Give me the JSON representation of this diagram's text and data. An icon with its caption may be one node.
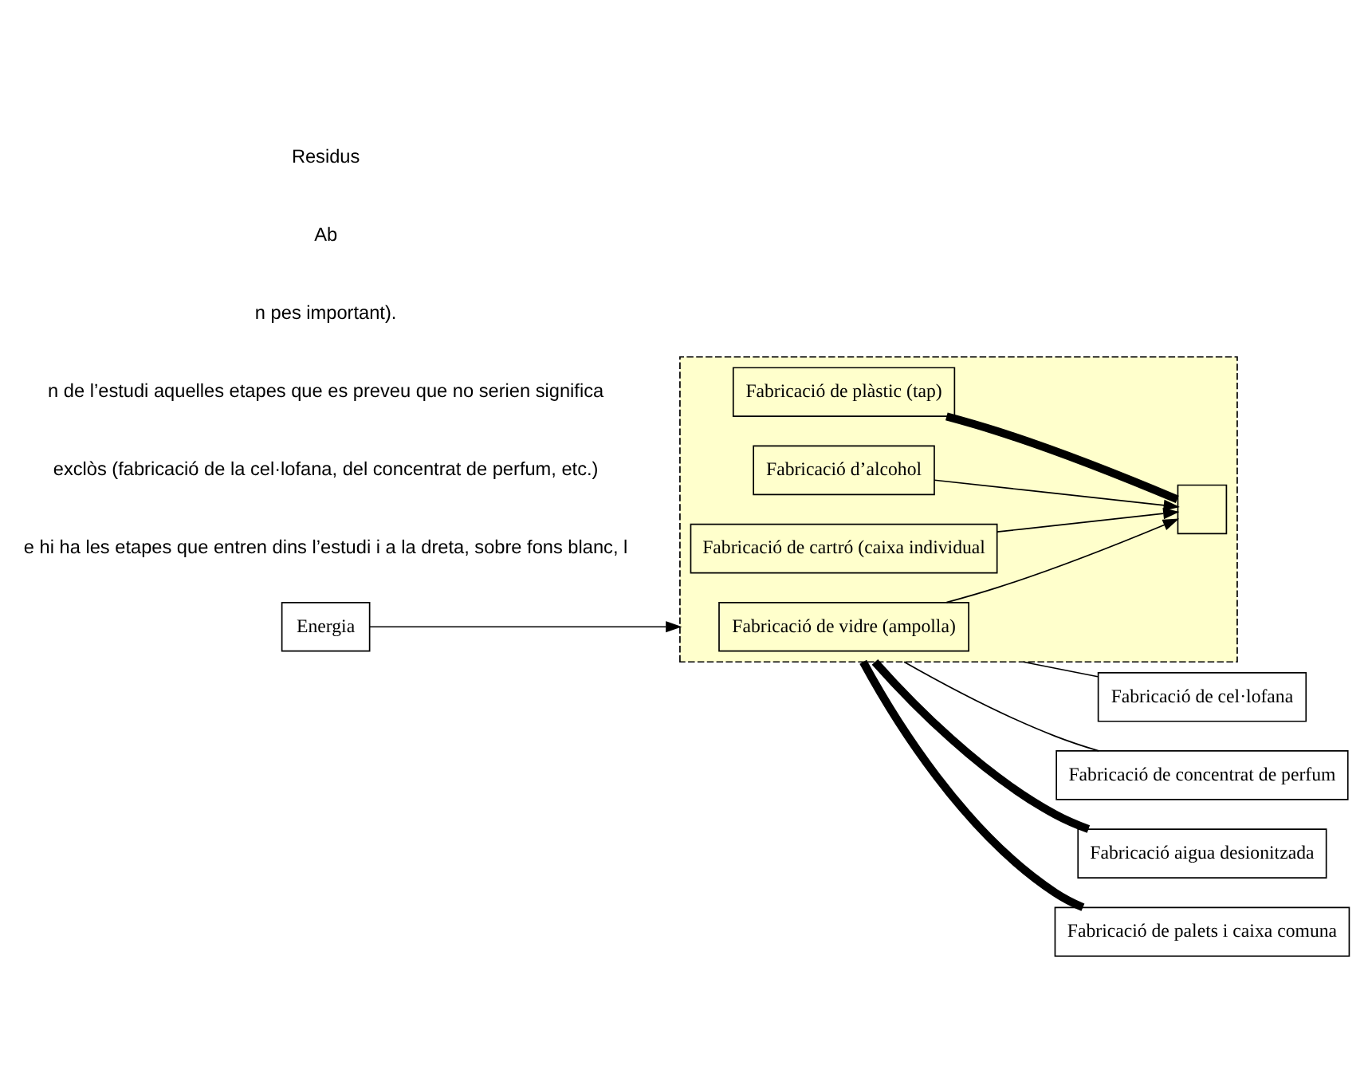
{
  "diagram": {
    "nodes": [
      {
        "text": [],
        "shape": "box"
      },
      {
        "text": [
          "Fabricació de vidre (ampolla)"
        ],
        "in": 0
      },
      {
        "text": [
          "Fabricació de plàstic (tap)"
        ],
        "in": 0
      },
      {
        "text": [
          "Fabricació d’alcohol"
        ],
        "in": 0
      },
      {
        "text": [],
        "shape": "box",
        "in": 0
      },
      {
        "text": [
          "Fabricació de cartró (caixa individual"
        ],
        "in": 0
      },
      {
        "text": [
          "Energia"
        ]
      },
      {
        "text": [
          "Fabricació de cel·lofana"
        ]
      },
      {
        "text": [
          "Fabricació de concentrat de perfum"
        ]
      },
      {
        "text": [
          "Fabricació aigua desionitzada"
        ]
      },
      {
        "text": [
          "Fabricació de palets i caixa comuna"
        ]
      }
    ],
    "edges": [
      {
        "from": 1,
        "to": 4,
        "arrow": "to"
      },
      {
        "from": 2,
        "to": 4,
        "arrow": "none",
        "style": "thick"
      },
      {
        "from": 3,
        "to": 4,
        "arrow": "to"
      },
      {
        "from": 5,
        "to": 4,
        "arrow": "to"
      },
      {
        "from": 6,
        "to": 0,
        "arrow": "to"
      },
      {
        "from": 0,
        "to": 7,
        "arrow": "none"
      },
      {
        "from": 0,
        "to": 8,
        "arrow": "none"
      },
      {
        "from": 0,
        "to": 9,
        "arrow": "none",
        "style": "thick"
      },
      {
        "from": 0,
        "to": 10,
        "arrow": "none",
        "style": "thick"
      }
    ],
    "labels": [
      "e hi ha les etapes que entren dins l’estudi i a la dreta, sobre fons blanc, l",
      "exclòs (fabricació de la cel·lofana, del concentrat de perfum, etc.)",
      "n de l’estudi aquelles etapes que es preveu que no serien significa",
      "n pes important).",
      "Ab",
      "Residus"
    ]
  }
}
